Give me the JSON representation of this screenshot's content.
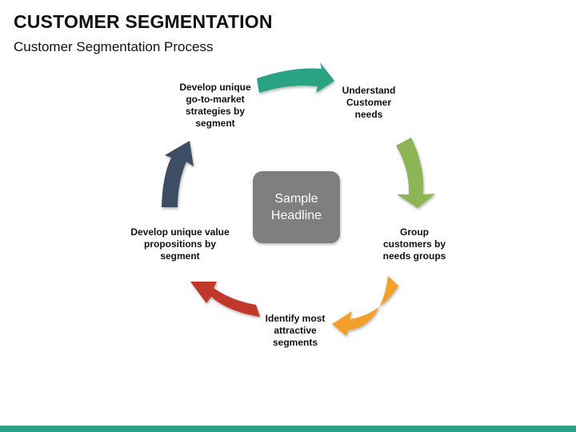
{
  "header": {
    "title": "CUSTOMER SEGMENTATION",
    "subtitle": "Customer Segmentation Process"
  },
  "center": {
    "text": "Sample Headline"
  },
  "steps": [
    {
      "label": "Understand Customer needs",
      "color": "#2aa384",
      "icon": "arrow-right-arc"
    },
    {
      "label": "Group customers by needs groups",
      "color": "#8db454",
      "icon": "arrow-down-arc"
    },
    {
      "label": "Identify most attractive segments",
      "color": "#f2a02b",
      "icon": "arrow-down-left-arc"
    },
    {
      "label": "Develop unique value propositions by segment",
      "color": "#c0392b",
      "icon": "arrow-up-left-arc"
    },
    {
      "label": "Develop unique go-to-market strategies by segment",
      "color": "#3e4d63",
      "icon": "arrow-up-arc"
    }
  ],
  "colors": {
    "center_box": "#7f7f7f",
    "bottom_bar": "#2aa384"
  }
}
